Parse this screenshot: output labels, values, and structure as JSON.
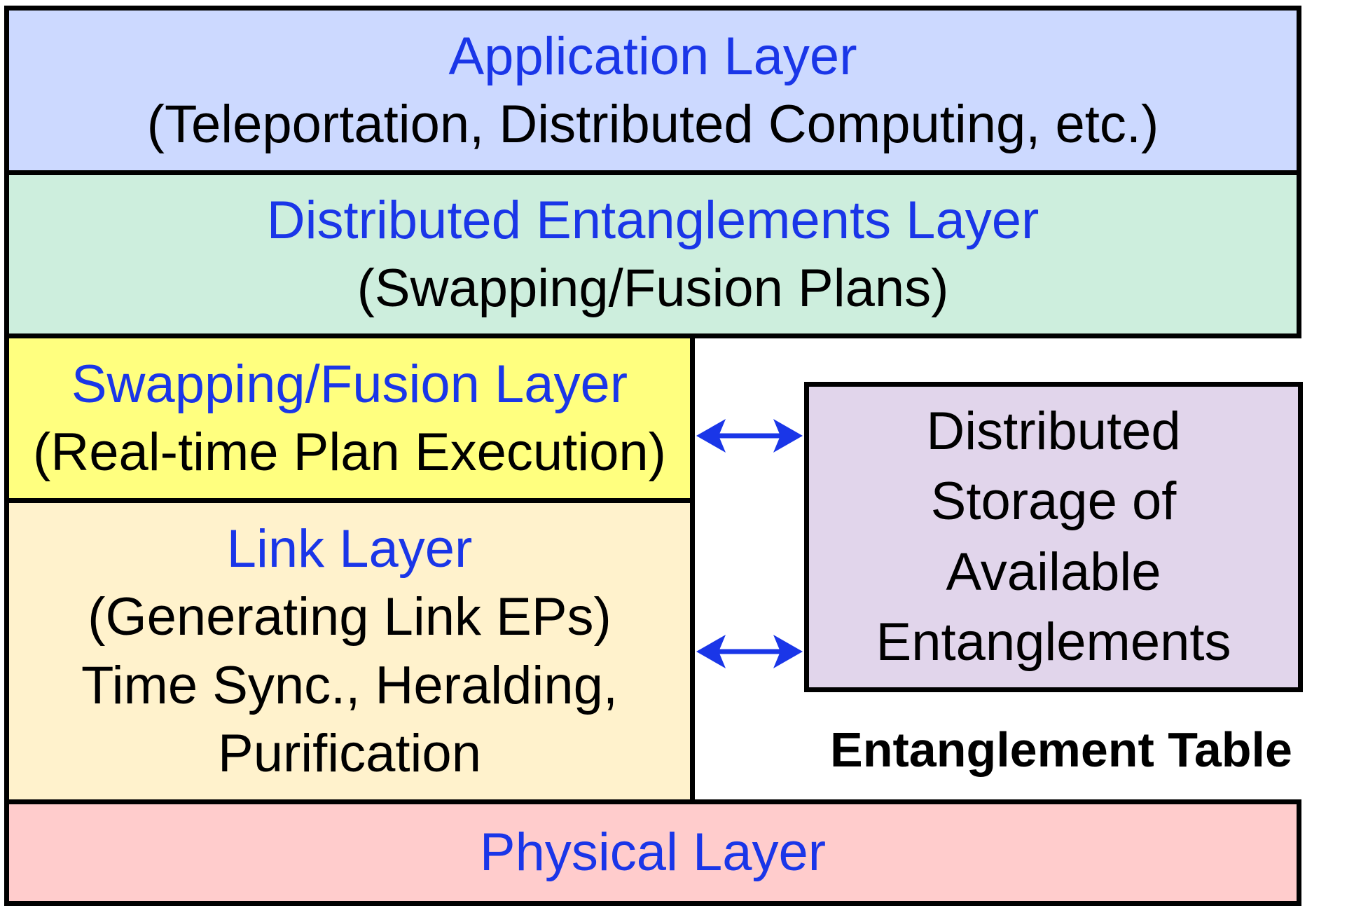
{
  "layers": {
    "application": {
      "title": "Application Layer",
      "subtitle": "(Teleportation, Distributed Computing, etc.)",
      "fill": "#ccd9ff"
    },
    "distributed_entanglements": {
      "title": "Distributed Entanglements Layer",
      "subtitle": "(Swapping/Fusion Plans)",
      "fill": "#cdeedd"
    },
    "swapping_fusion": {
      "title": "Swapping/Fusion Layer",
      "subtitle": "(Real-time Plan Execution)",
      "fill": "#ffff7f"
    },
    "link": {
      "title": "Link Layer",
      "line1": "(Generating Link EPs)",
      "line2": "Time Sync., Heralding,",
      "line3": "Purification",
      "fill": "#fff2cc"
    },
    "physical": {
      "title": "Physical Layer",
      "fill": "#ffcccc"
    }
  },
  "storage": {
    "line1": "Distributed",
    "line2": "Storage of",
    "line3": "Available",
    "line4": "Entanglements",
    "fill": "#e1d5eb"
  },
  "table_label": "Entanglement Table",
  "colors": {
    "title_text": "#1a36e8",
    "arrow": "#1a36e8",
    "border": "#000000"
  }
}
